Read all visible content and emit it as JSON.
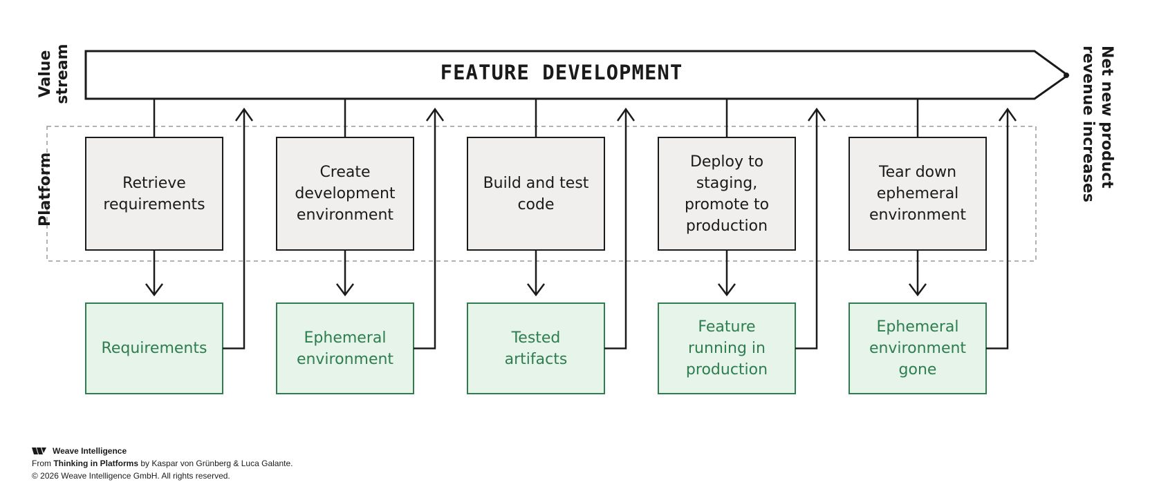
{
  "banner": {
    "title": "FEATURE DEVELOPMENT",
    "left_label_line1": "Value",
    "left_label_line2": "stream",
    "right_label_line1": "Net new product",
    "right_label_line2": "revenue increases"
  },
  "platform": {
    "label": "Platform"
  },
  "steps": [
    {
      "lines": [
        "Retrieve",
        "requirements"
      ]
    },
    {
      "lines": [
        "Create",
        "development",
        "environment"
      ]
    },
    {
      "lines": [
        "Build and test",
        "code"
      ]
    },
    {
      "lines": [
        "Deploy to",
        "staging,",
        "promote to",
        "production"
      ]
    },
    {
      "lines": [
        "Tear down",
        "ephemeral",
        "environment"
      ]
    }
  ],
  "outputs": [
    {
      "lines": [
        "Requirements"
      ]
    },
    {
      "lines": [
        "Ephemeral",
        "environment"
      ]
    },
    {
      "lines": [
        "Tested",
        "artifacts"
      ]
    },
    {
      "lines": [
        "Feature",
        "running in",
        "production"
      ]
    },
    {
      "lines": [
        "Ephemeral",
        "environment",
        "gone"
      ]
    }
  ],
  "footer": {
    "brand": "Weave Intelligence",
    "from_prefix": "From ",
    "book_title": "Thinking in Platforms",
    "authors": " by Kaspar von Grünberg & Luca Galante.",
    "copyright": "© 2026 Weave Intelligence GmbH. All rights reserved."
  },
  "colors": {
    "step_fill": "#f0efed",
    "output_fill": "#e6f4ea",
    "output_stroke": "#2e7d4f",
    "output_text": "#2e7d4f",
    "line": "#1a1a1a",
    "platform_border": "#999999"
  }
}
